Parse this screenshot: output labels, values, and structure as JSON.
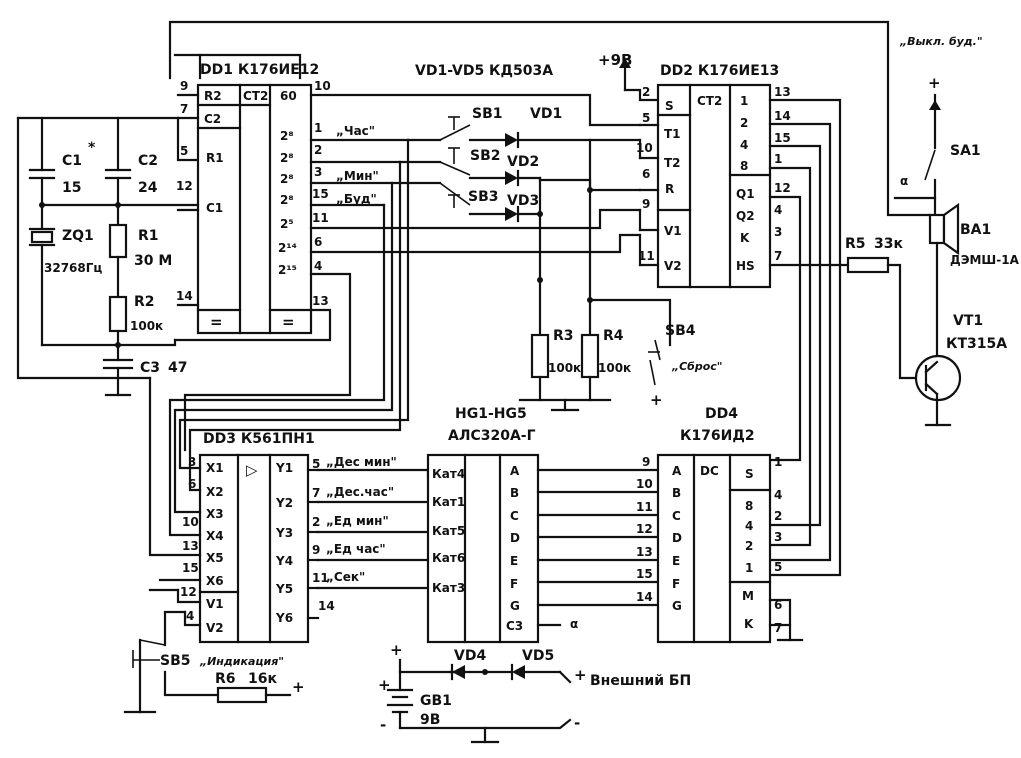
{
  "chips": {
    "dd1": {
      "title": "DD1 К176ИЕ12",
      "inputs": [
        "R2",
        "C2",
        "R1",
        "C1"
      ],
      "center": [
        "CT2",
        "="
      ],
      "outputs": [
        "60",
        "2⁸",
        "2⁸",
        "2⁸",
        "2⁸",
        "2⁵",
        "2¹⁴",
        "2¹⁵",
        "="
      ],
      "left_pins": [
        "9",
        "7",
        "5",
        "12",
        "14"
      ],
      "right_pins": [
        "10",
        "1",
        "2",
        "3",
        "15",
        "11",
        "6",
        "4",
        "13"
      ]
    },
    "dd2": {
      "title": "DD2 К176ИЕ13",
      "inputs": [
        "S",
        "T1",
        "T2",
        "R",
        "V1",
        "V2"
      ],
      "center": "CT2",
      "outputs": [
        "1",
        "2",
        "4",
        "8",
        "Q1",
        "Q2",
        "K",
        "HS"
      ],
      "left_pins": [
        "2",
        "5",
        "10",
        "6",
        "9",
        "11"
      ],
      "right_pins": [
        "13",
        "14",
        "15",
        "1",
        "12",
        "4",
        "3",
        "7"
      ]
    },
    "dd3": {
      "title": "DD3 К561ПН1",
      "inputs": [
        "X1",
        "X2",
        "X3",
        "X4",
        "X5",
        "X6",
        "V1",
        "V2"
      ],
      "center": "▷",
      "outputs": [
        "Y1",
        "Y2",
        "Y3",
        "Y4",
        "Y5",
        "Y6"
      ],
      "left_pins": [
        "3",
        "6",
        "10",
        "13",
        "15",
        "12",
        "4"
      ],
      "right_pins": [
        "5",
        "7",
        "2",
        "9",
        "11",
        "14"
      ]
    },
    "hg": {
      "title": "HG1-HG5",
      "subtitle": "АЛС320А-Г",
      "cathodes": [
        "Кат4",
        "Кат1",
        "Кат5",
        "Кат6",
        "Кат3"
      ],
      "segments": [
        "A",
        "B",
        "C",
        "D",
        "E",
        "F",
        "G",
        "C3"
      ]
    },
    "dd4": {
      "title": "DD4",
      "subtitle": "К176ИД2",
      "inputs": [
        "A",
        "B",
        "C",
        "D",
        "E",
        "F",
        "G"
      ],
      "center": "DC",
      "controls": [
        "S",
        "8",
        "4",
        "2",
        "1",
        "M",
        "K"
      ],
      "left_pins": [
        "9",
        "10",
        "11",
        "12",
        "13",
        "15",
        "14"
      ],
      "right_pins": [
        "1",
        "4",
        "2",
        "3",
        "5",
        "6",
        "7"
      ]
    }
  },
  "components": {
    "c1": "C1",
    "c1_star": "*",
    "c1_val": "15",
    "c2": "C2",
    "c2_val": "24",
    "zq1": "ZQ1",
    "zq1_val": "32768Гц",
    "r1": "R1",
    "r1_val": "30 M",
    "r2": "R2",
    "r2_val": "100к",
    "c3": "C3",
    "c3_val": "47",
    "vd_group": "VD1-VD5 КД503А",
    "vd1": "VD1",
    "vd2": "VD2",
    "vd3": "VD3",
    "vd4": "VD4",
    "vd5": "VD5",
    "sb1": "SB1",
    "sb2": "SB2",
    "sb3": "SB3",
    "sb4": "SB4",
    "sb4_lbl": "„Сброс\"",
    "sb5": "SB5",
    "sb5_lbl": "„Индикация\"",
    "r3": "R3",
    "r3_val": "100к",
    "r4": "R4",
    "r4_val": "100к",
    "r5": "R5",
    "r5_val": "33к",
    "r6": "R6",
    "r6_val": "16к",
    "vt1": "VT1",
    "vt1_val": "КТ315А",
    "ba1": "BA1",
    "ba1_val": "ДЭМШ-1А",
    "sa1": "SA1",
    "sa1_lbl": "„Выкл. буд.\"",
    "gb1": "GB1",
    "gb1_val": "9В",
    "ext_psu": "Внешний БП"
  },
  "signals": {
    "hour": "„Час\"",
    "min": "„Мин\"",
    "alarm": "„Буд\"",
    "y1": "„Дес мин\"",
    "y2": "„Дес.час\"",
    "y3": "„Ед мин\"",
    "y4": "„Ед час\"",
    "y5": "„Сек\""
  },
  "marks": {
    "plus": "+",
    "minus": "-",
    "v9": "+9В",
    "alpha": "α"
  }
}
